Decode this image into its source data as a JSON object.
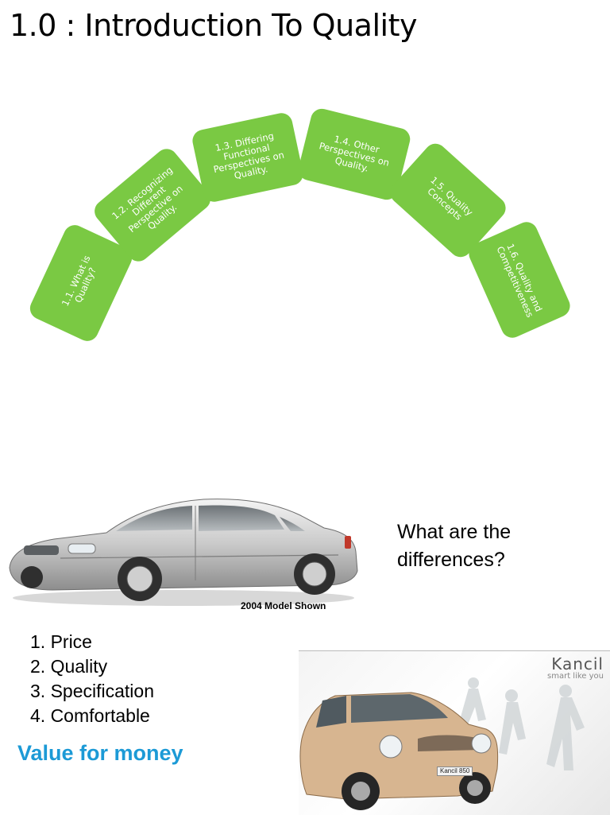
{
  "page": {
    "title": "1.0 : Introduction To Quality"
  },
  "diagram": {
    "steps": [
      {
        "label": "1.1. What is Quality?"
      },
      {
        "label": "1.2. Recognizing Different Perspective on Quality."
      },
      {
        "label": "1.3. Differing Functional Perspectives on Quality."
      },
      {
        "label": "1.4. Other Perspectives on Quality."
      },
      {
        "label": "1.5. Quality Concepts"
      },
      {
        "label": "1.6. Quality and Competitiveness"
      }
    ],
    "step_color": "#7ac943"
  },
  "car_photo": {
    "caption": "2004 Model Shown"
  },
  "question": "What are the differences?",
  "factors": [
    "1. Price",
    "2. Quality",
    "3. Specification",
    "4. Comfortable"
  ],
  "conclusion": {
    "text": "Value for money",
    "color": "#1c9ad6"
  },
  "advert": {
    "brand": "Kancil",
    "slogan": "smart like you",
    "plate": "Kancil 850"
  }
}
